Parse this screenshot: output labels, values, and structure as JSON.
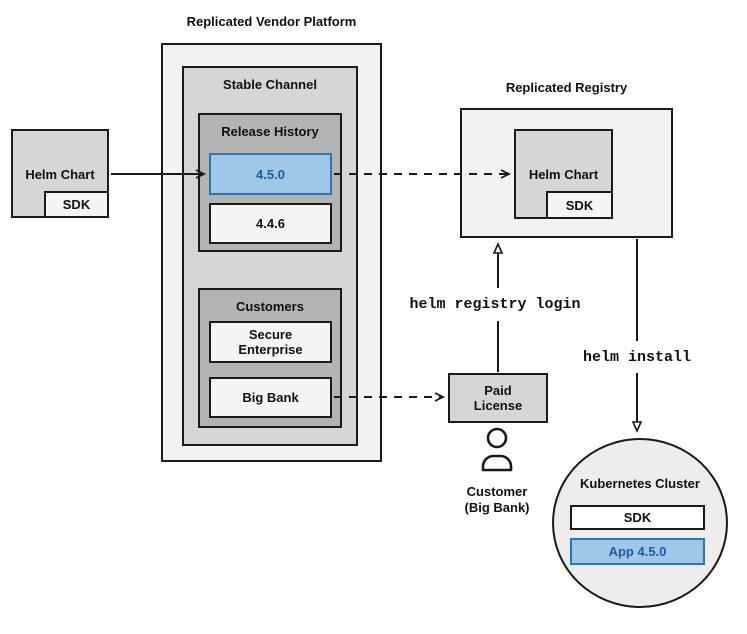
{
  "vendor_platform": {
    "title": "Replicated Vendor Platform",
    "stable_channel": {
      "label": "Stable Channel"
    },
    "release_history": {
      "label": "Release History",
      "releases": [
        {
          "version": "4.5.0",
          "highlighted": true
        },
        {
          "version": "4.4.6",
          "highlighted": false
        }
      ]
    },
    "customers": {
      "label": "Customers",
      "items": [
        "Secure Enterprise",
        "Big Bank"
      ]
    }
  },
  "helm_chart_source": {
    "label": "Helm Chart",
    "sdk_label": "SDK"
  },
  "registry": {
    "title": "Replicated Registry",
    "helm_chart": {
      "label": "Helm Chart",
      "sdk_label": "SDK"
    }
  },
  "paid_license": {
    "label": "Paid License"
  },
  "customer": {
    "label": "Customer (Big Bank)"
  },
  "commands": {
    "registry_login": "helm registry login",
    "install": "helm install"
  },
  "kubernetes": {
    "title": "Kubernetes Cluster",
    "sdk_label": "SDK",
    "app_label": "App 4.5.0"
  },
  "colors": {
    "box-light": "#f2f2f2",
    "box-mid": "#d6d6d6",
    "box-dark": "#b3b3b3",
    "box-white": "#f5f5f5",
    "accent-fill": "#9ec7e8",
    "accent-border": "#2e75b6",
    "accent-text": "#1e5c9e",
    "line": "#1a1a1a"
  }
}
